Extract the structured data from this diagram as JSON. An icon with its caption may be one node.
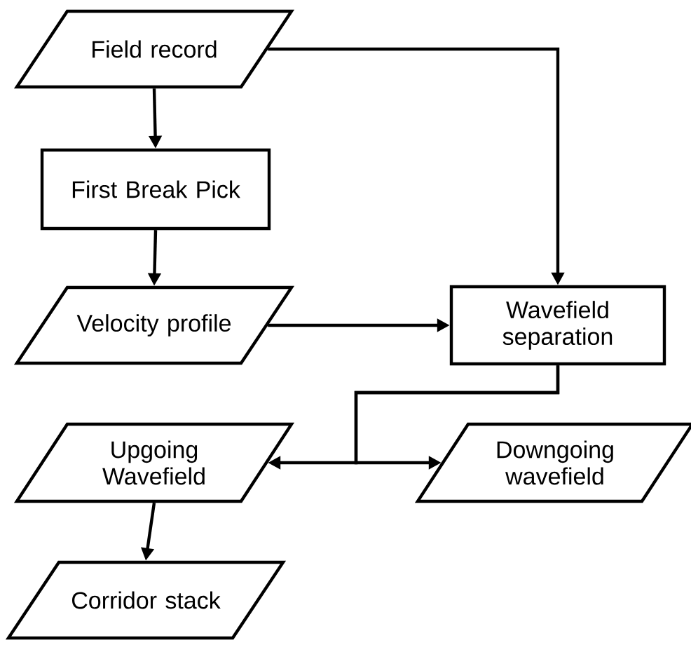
{
  "diagram": {
    "nodes": [
      {
        "text": [
          "Field record"
        ]
      },
      {
        "text": [
          "First Break Pick"
        ]
      },
      {
        "text": [
          "Velocity profile"
        ]
      },
      {
        "text": [
          "Wavefield separation"
        ]
      },
      {
        "text": [
          "Upgoing Wavefield"
        ]
      },
      {
        "text": [
          "Downgoing wavefield"
        ]
      },
      {
        "text": [
          "Corridor stack"
        ]
      }
    ],
    "edges": [
      {
        "from": 0,
        "to": 1,
        "arrow": "to"
      },
      {
        "from": 1,
        "to": 2,
        "arrow": "to"
      },
      {
        "from": 0,
        "to": 3,
        "arrow": "to"
      },
      {
        "from": 2,
        "to": 3,
        "arrow": "to"
      },
      {
        "from": 3,
        "to": 4,
        "arrow": "to"
      },
      {
        "from": 3,
        "to": 5,
        "arrow": "to"
      },
      {
        "from": 4,
        "to": 6,
        "arrow": "to"
      }
    ]
  }
}
